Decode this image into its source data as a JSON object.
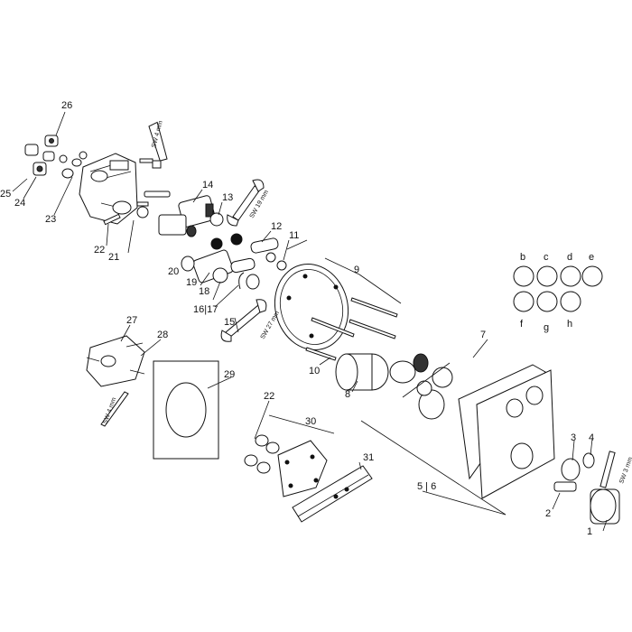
{
  "callouts": {
    "c1": "1",
    "c2": "2",
    "c3": "3",
    "c4": "4",
    "c56": "5 | 6",
    "c7": "7",
    "c8": "8",
    "c9": "9",
    "c10": "10",
    "c11": "11",
    "c12": "12",
    "c13": "13",
    "c14": "14",
    "c15": "15",
    "c1617": "16|17",
    "c18": "18",
    "c19": "19",
    "c20": "20",
    "c21": "21",
    "c22a": "22",
    "c22b": "22",
    "c23": "23",
    "c24": "24",
    "c25": "25",
    "c26": "26",
    "c27": "27",
    "c28": "28",
    "c29": "29",
    "c30": "30",
    "c31": "31"
  },
  "variant_letters": {
    "b": "b",
    "c": "c",
    "d": "d",
    "e": "e",
    "f": "f",
    "g": "g",
    "h": "h"
  },
  "tool_labels": {
    "sw4_top": "SW 4 mm",
    "sw19": "SW 19 mm",
    "sw27": "SW 27 mm",
    "sw4_left": "SW 4 mm",
    "sw3": "SW 3 mm"
  }
}
